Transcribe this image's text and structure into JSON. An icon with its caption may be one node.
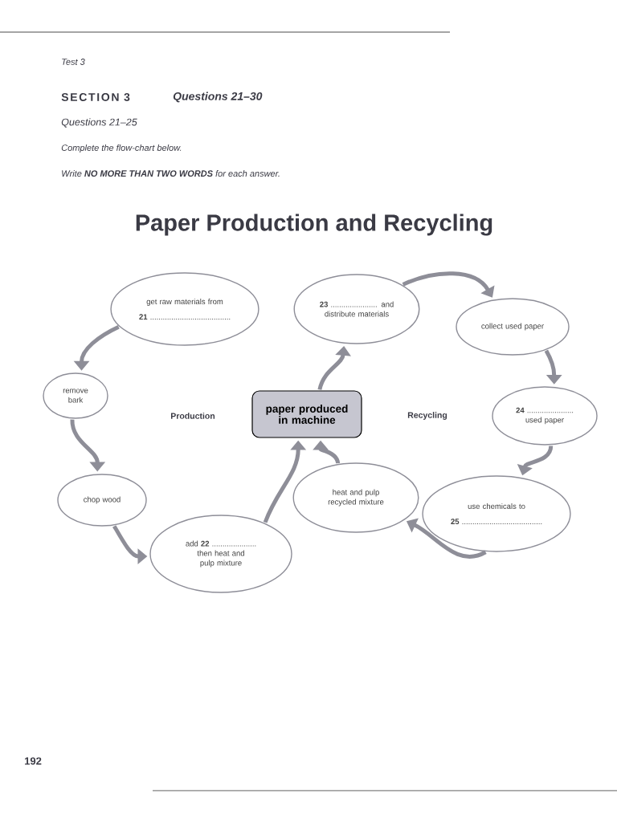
{
  "diagram": {
    "title": "Paper Production and Recycling",
    "nodes": [
      {
        "text": [
          "get raw materials from",
          "**21** ......................................"
        ]
      },
      {
        "text": [
          "remove bark"
        ]
      },
      {
        "text": [
          "chop wood"
        ]
      },
      {
        "text": [
          "add **22** ..................... then heat and pulp mixture"
        ]
      },
      {
        "text": [
          "paper produced in machine"
        ]
      },
      {
        "text": [
          "**23** ...................... and distribute materials"
        ]
      },
      {
        "text": [
          "collect used paper"
        ]
      },
      {
        "text": [
          "**24** ...................... used paper"
        ]
      },
      {
        "text": [
          "use chemicals to",
          "**25** ......................................"
        ]
      },
      {
        "text": [
          "heat and pulp recycled mixture"
        ]
      }
    ],
    "edges": [
      {
        "from": 0,
        "to": 1,
        "arrow": "to"
      },
      {
        "from": 1,
        "to": 2,
        "arrow": "to"
      },
      {
        "from": 2,
        "to": 3,
        "arrow": "to"
      },
      {
        "from": 3,
        "to": 4,
        "arrow": "to"
      },
      {
        "from": 4,
        "to": 5,
        "arrow": "to"
      },
      {
        "from": 5,
        "to": 6,
        "arrow": "to"
      },
      {
        "from": 6,
        "to": 7,
        "arrow": "to"
      },
      {
        "from": 7,
        "to": 8,
        "arrow": "to"
      },
      {
        "from": 8,
        "to": 9,
        "arrow": "to"
      },
      {
        "from": 9,
        "to": 4,
        "arrow": "to"
      }
    ],
    "labels": [
      "Test 3",
      "SECTION 3",
      "Questions 21–30",
      "Questions 21–25",
      "Complete the flow-chart below.",
      "Write **NO MORE THAN TWO WORDS** for each answer.",
      "Production",
      "Recycling",
      "192"
    ]
  }
}
